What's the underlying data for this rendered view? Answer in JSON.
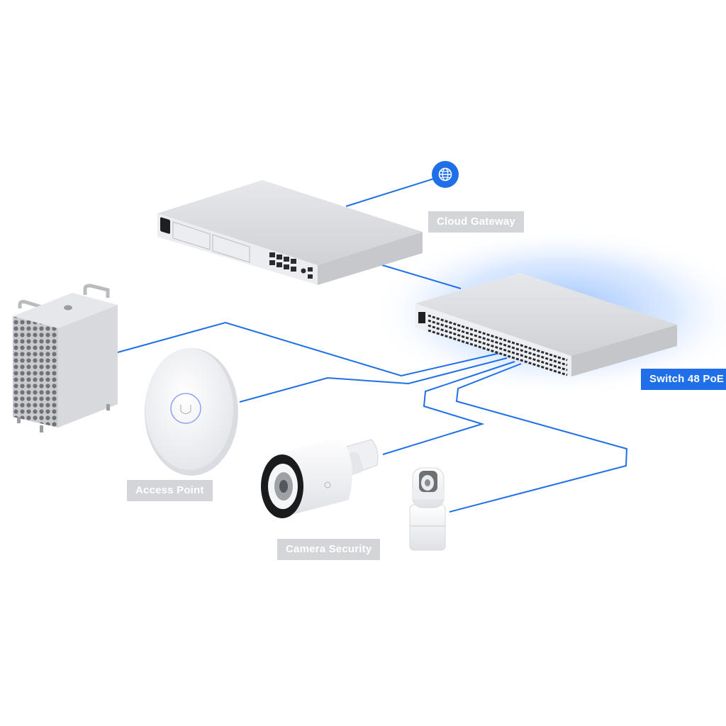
{
  "labels": {
    "cloud_gateway": "Cloud Gateway",
    "switch": "Switch 48 PoE",
    "access_point": "Access Point",
    "camera_security": "Camera Security"
  },
  "colors": {
    "link": "#1f6fe8",
    "label_grey": "#d4d5d8",
    "label_blue": "#1f6fe8",
    "device_body": "#dcdde0",
    "glow": "#6fa8ff"
  },
  "icons": {
    "internet": "globe-icon"
  }
}
